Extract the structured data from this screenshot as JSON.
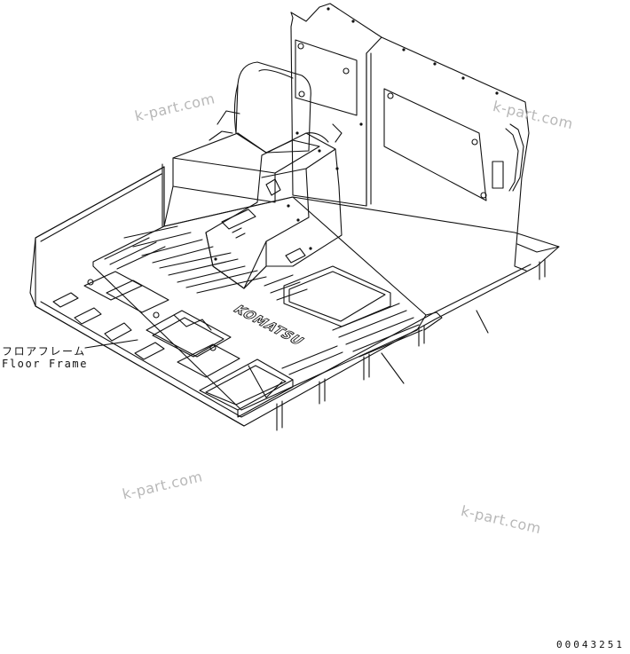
{
  "labels": {
    "part_name_jp": "フロアフレーム",
    "part_name_en": "Floor Frame"
  },
  "watermarks": [
    "k-part.com",
    "k-part.com",
    "k-part.com",
    "k-part.com"
  ],
  "floor_mat_lettering": "KOMATSU",
  "drawing_number": "00043251",
  "colors": {
    "line": "#111111",
    "watermark": "#b8b8b8",
    "background": "#ffffff"
  }
}
